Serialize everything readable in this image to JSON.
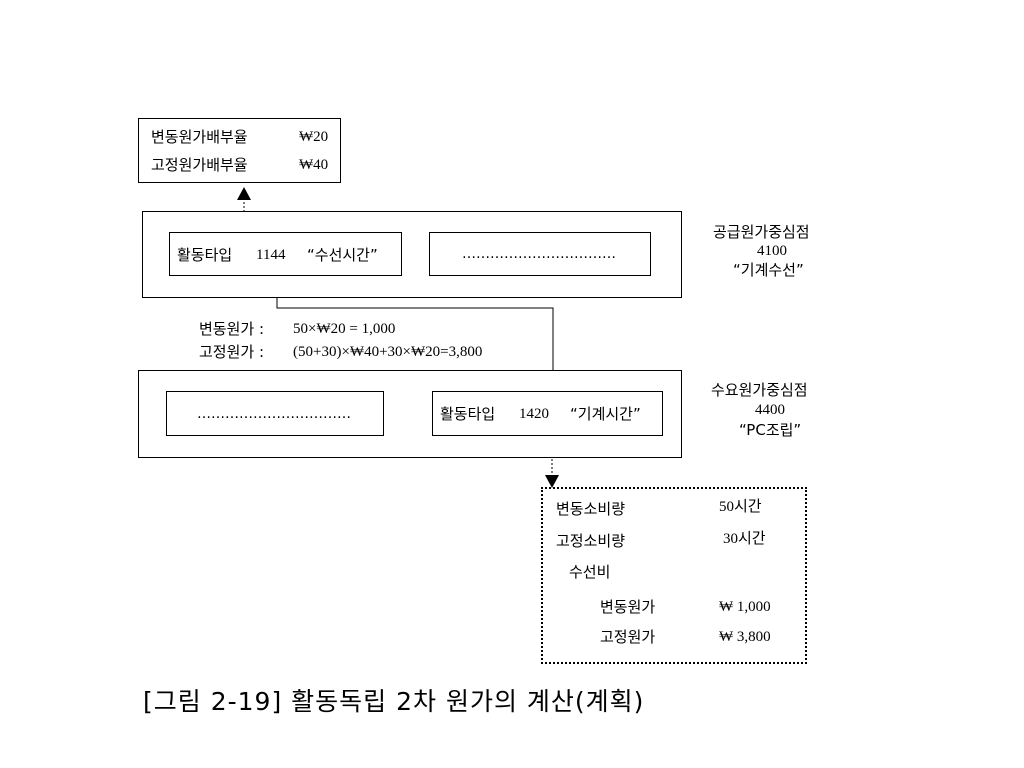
{
  "rate_box": {
    "variable_label": "변동원가배부율",
    "variable_value": "₩20",
    "fixed_label": "고정원가배부율",
    "fixed_value": "₩40"
  },
  "supply_center": {
    "name": "공급원가중심점",
    "code": "4100",
    "desc": "“기계수선”",
    "activity_label": "활동타입",
    "activity_code": "1144",
    "activity_desc": "“수선시간”",
    "placeholder": "……………………………"
  },
  "calc": {
    "variable_label": "변동원가 :",
    "variable_formula": "50×₩20 = 1,000",
    "fixed_label": "고정원가 :",
    "fixed_formula": "(50+30)×₩40+30×₩20=3,800"
  },
  "demand_center": {
    "name": "수요원가중심점",
    "code": "4400",
    "desc": "“PC조립”",
    "activity_label": "활동타입",
    "activity_code": "1420",
    "activity_desc": "“기계시간”",
    "placeholder": "……………………………"
  },
  "result_box": {
    "variable_qty_label": "변동소비량",
    "variable_qty_value": "50시간",
    "fixed_qty_label": "고정소비량",
    "fixed_qty_value": "30시간",
    "repair_label": "수선비",
    "variable_cost_label": "변동원가",
    "variable_cost_value": "₩ 1,000",
    "fixed_cost_label": "고정원가",
    "fixed_cost_value": "₩ 3,800"
  },
  "caption": "[그림 2-19] 활동독립 2차 원가의 계산(계획)"
}
